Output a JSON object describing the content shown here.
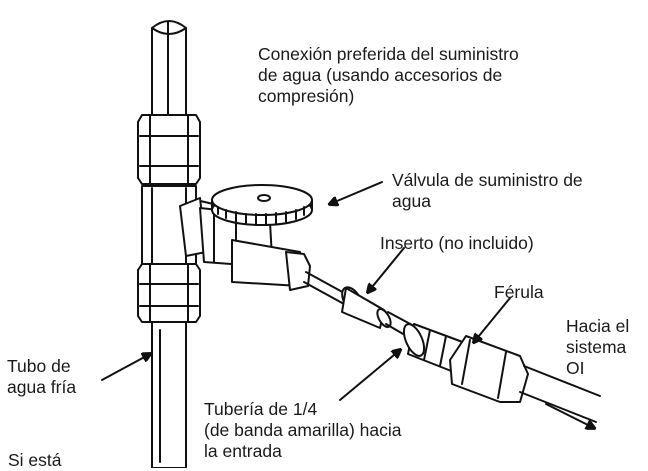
{
  "title_lines": [
    "Conexión preferida del suministro",
    "de agua (usando accesorios de",
    "compresión)"
  ],
  "labels": {
    "valve_lines": [
      "Válvula de suministro de",
      "agua"
    ],
    "insert": "Inserto (no incluido)",
    "ferrule": "Férula",
    "to_system_lines": [
      "Hacia el",
      "sistema",
      "OI"
    ],
    "cold_pipe_lines": [
      "Tubo de",
      "agua fría"
    ],
    "tubing_lines": [
      "Tubería de 1/4",
      "(de banda amarilla) hacia",
      "la entrada"
    ],
    "cut_text": "Si está"
  }
}
